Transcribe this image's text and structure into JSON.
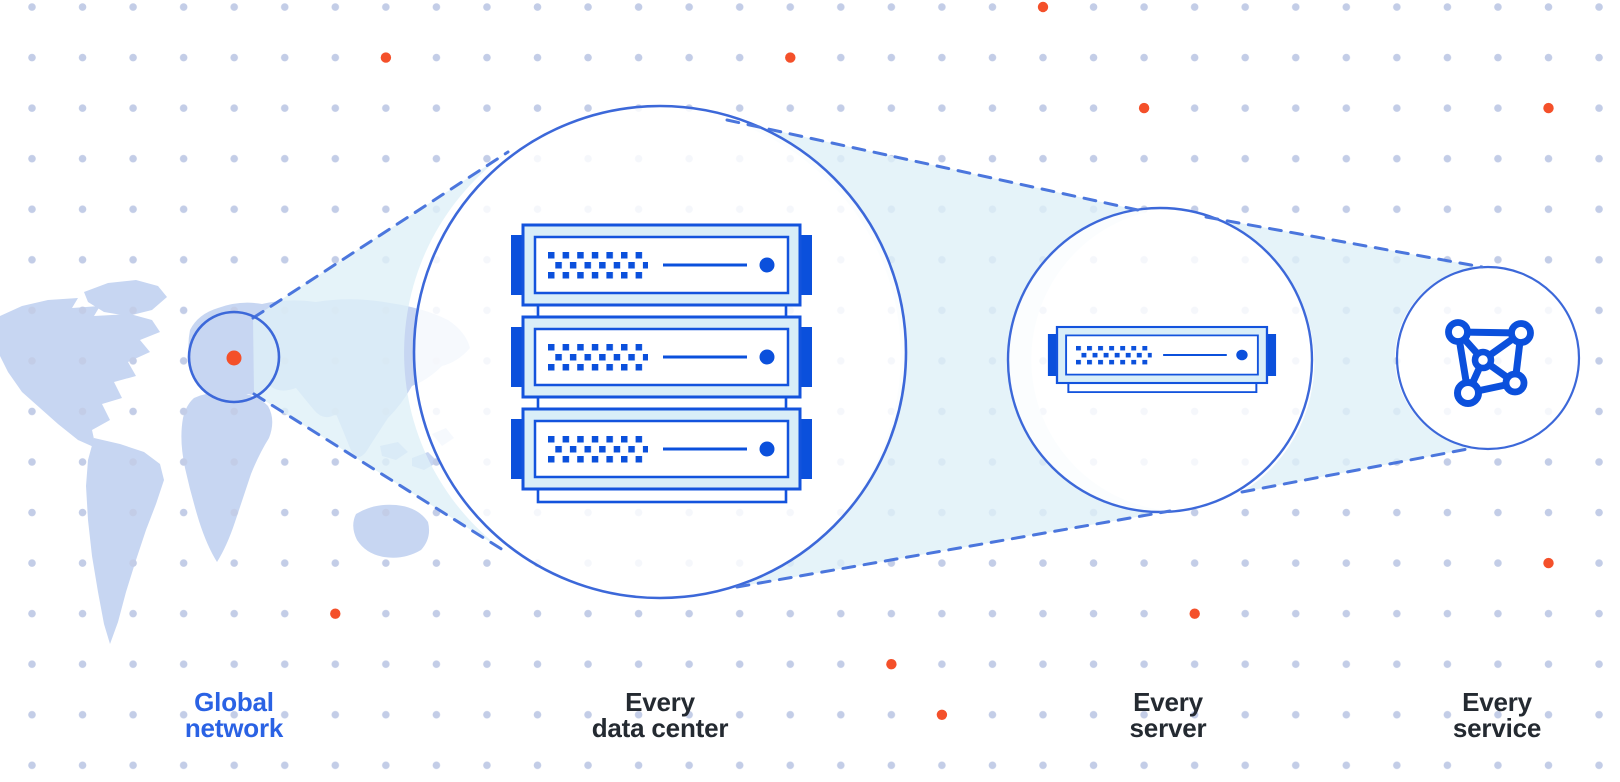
{
  "stages": [
    {
      "id": "global-network",
      "line1": "Global",
      "line2": "network"
    },
    {
      "id": "every-data-center",
      "line1": "Every",
      "line2": "data center"
    },
    {
      "id": "every-server",
      "line1": "Every",
      "line2": "server"
    },
    {
      "id": "every-service",
      "line1": "Every",
      "line2": "service"
    }
  ],
  "icons": {
    "map": "world-map",
    "data_center": "server-rack-x3",
    "server": "server-unit",
    "service": "network-mesh"
  },
  "colors": {
    "accent_blue": "#0b50dc",
    "outline_blue": "#3c68d9",
    "dash_blue": "#4b76dd",
    "server_stroke": "#1353dd",
    "server_body": "#d9eef8",
    "cone_cyan": "#dff0f7",
    "map_land": "#c7d6f2",
    "dot_grey": "#c3cde7",
    "highlight_orange": "#f4502a",
    "label_dark": "#242a31",
    "label_blue": "#2a62e4"
  },
  "highlight_dots": [
    [
      385.9,
      57.6
    ],
    [
      790.3,
      57.6
    ],
    [
      1043,
      7
    ],
    [
      1144.1,
      108.1
    ],
    [
      1548.5,
      108.1
    ],
    [
      335.3,
      613.7
    ],
    [
      1194.7,
      613.7
    ],
    [
      891.4,
      664.2
    ],
    [
      941.9,
      714.8
    ],
    [
      1548.5,
      563.1
    ]
  ]
}
